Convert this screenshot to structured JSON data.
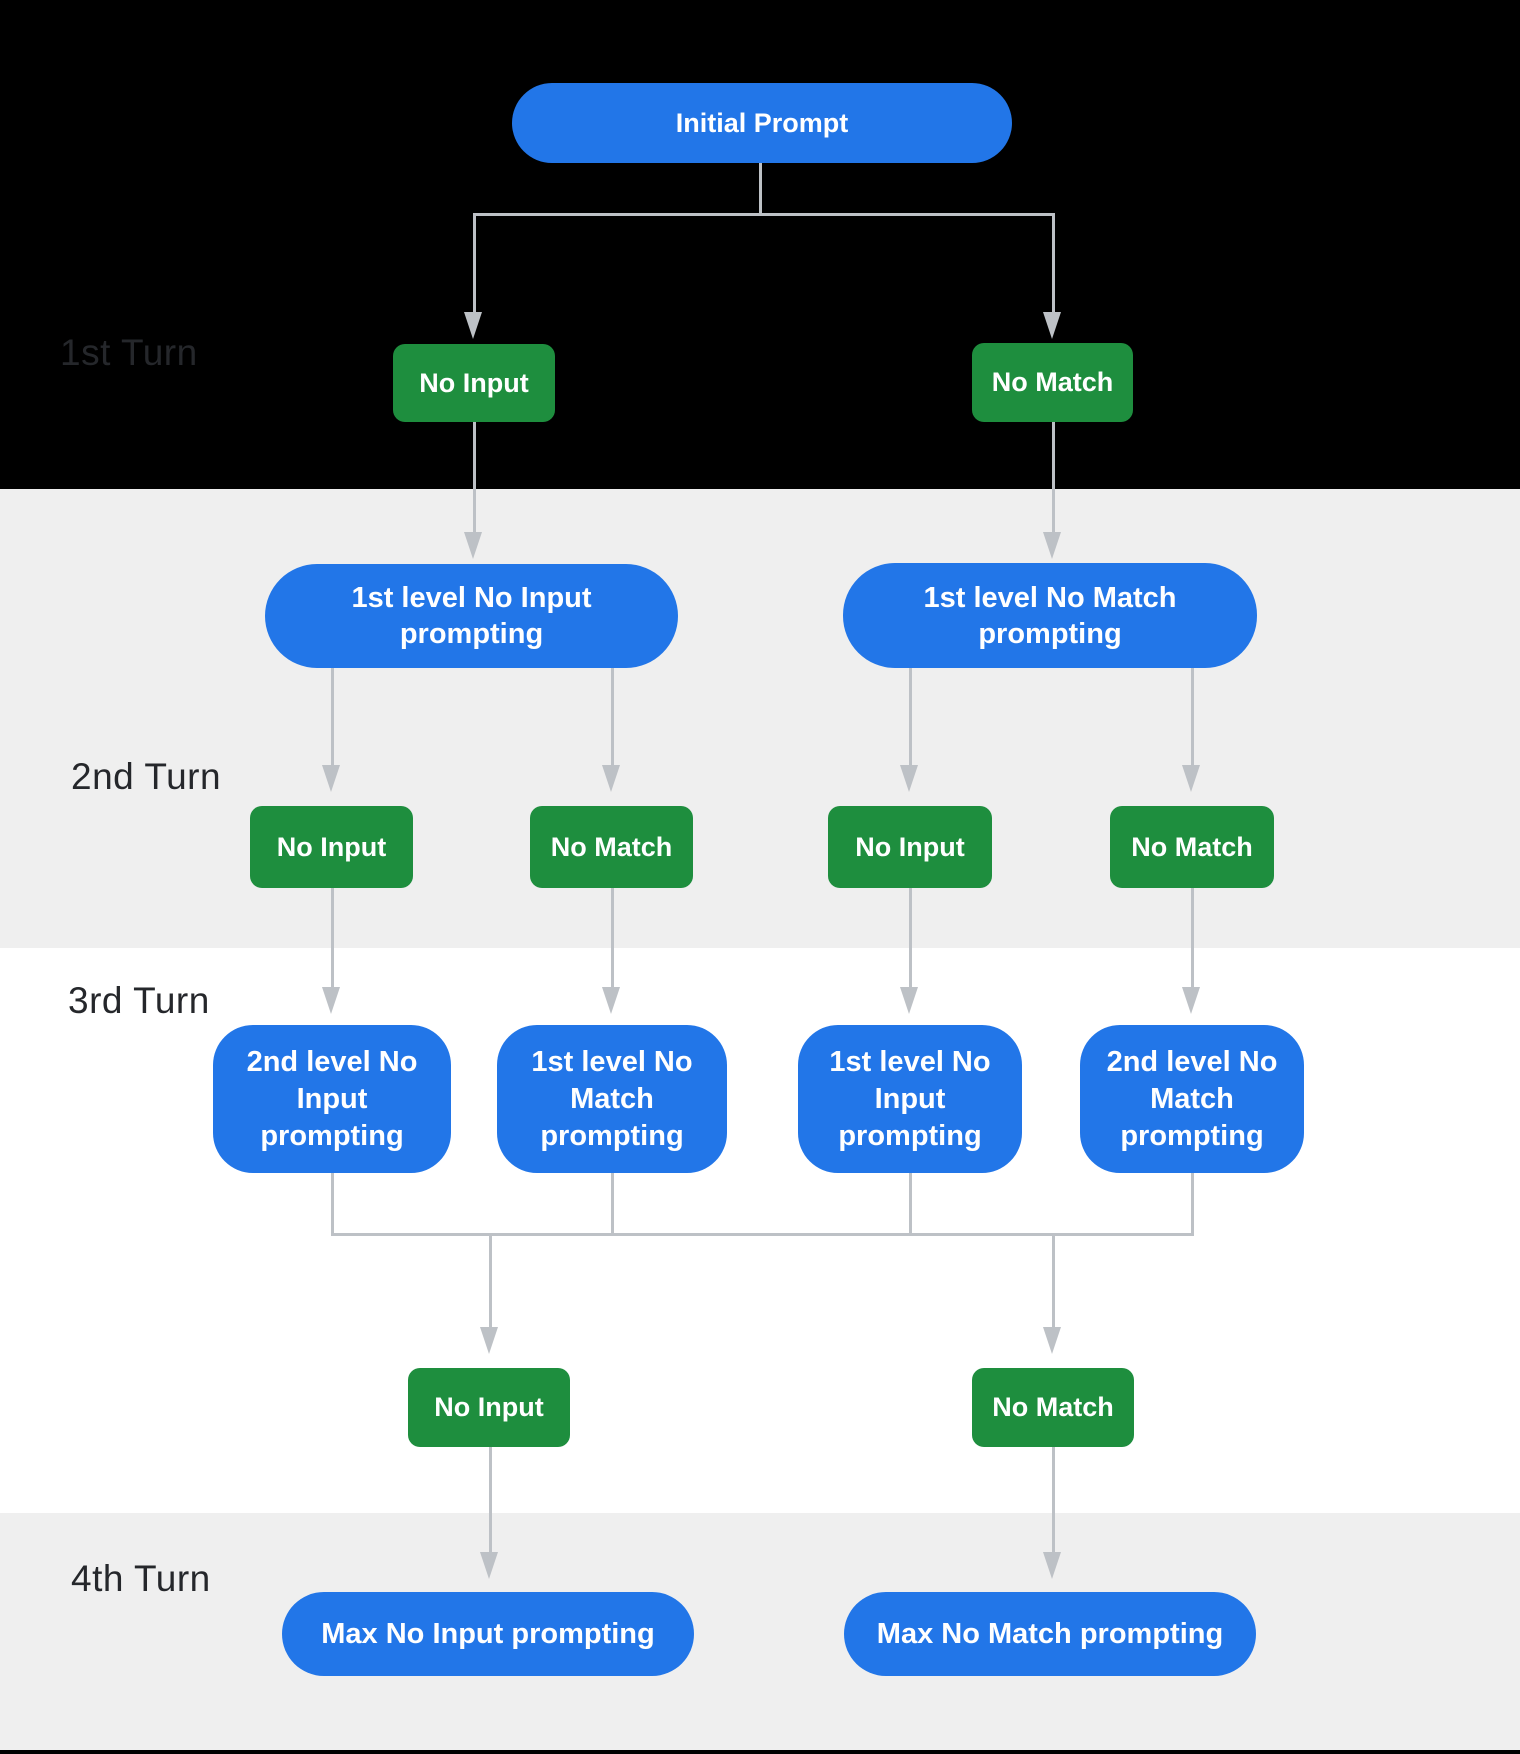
{
  "colors": {
    "blue": "#2276E8",
    "green": "#1E8E3E",
    "connector": "#BDC1C6",
    "band_black": "#000000",
    "band_gray": "#EFEFEF",
    "band_white": "#FFFFFF",
    "label": "#25272B",
    "node_text": "#FFFFFF"
  },
  "turn_labels": {
    "t1": "1st Turn",
    "t2": "2nd Turn",
    "t3": "3rd Turn",
    "t4": "4th Turn"
  },
  "nodes": {
    "initial_prompt": "Initial Prompt",
    "turn1_no_input": "No Input",
    "turn1_no_match": "No Match",
    "level1_no_input_prompting": "1st level No Input\nprompting",
    "level1_no_match_prompting": "1st level No Match\nprompting",
    "turn2_no_input_left": "No Input",
    "turn2_no_match_left": "No Match",
    "turn2_no_input_right": "No Input",
    "turn2_no_match_right": "No Match",
    "level2_no_input_prompting": "2nd level No\nInput\nprompting",
    "level1_no_match_prompting_b": "1st level No\nMatch\nprompting",
    "level1_no_input_prompting_b": "1st level No\nInput\nprompting",
    "level2_no_match_prompting": "2nd level No\nMatch\nprompting",
    "turn3_no_input": "No Input",
    "turn3_no_match": "No Match",
    "max_no_input_prompting": "Max No Input prompting",
    "max_no_match_prompting": "Max No Match prompting"
  }
}
